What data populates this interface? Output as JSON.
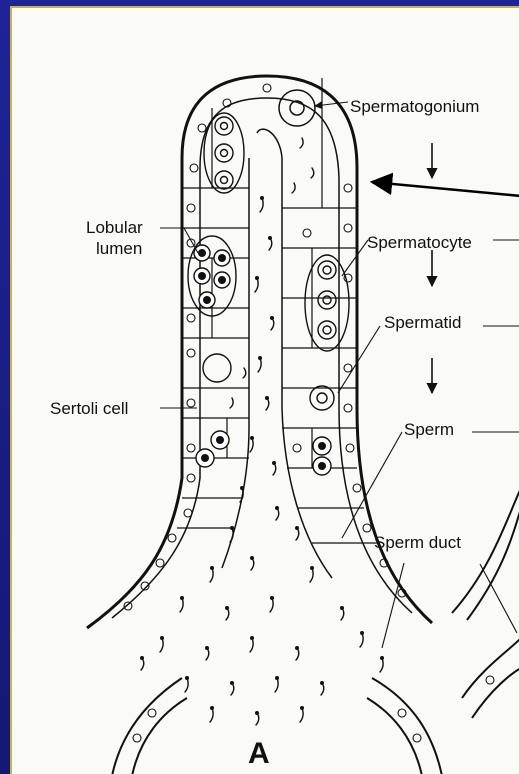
{
  "diagram": {
    "panel_letter": "A",
    "labels": {
      "spermatogonium": "Spermatogonium",
      "spermatocyte": "Spermatocyte",
      "spermatid": "Spermatid",
      "sperm": "Sperm",
      "sperm_duct": "Sperm duct",
      "lobular_lumen_line1": "Lobular",
      "lobular_lumen_line2": "lumen",
      "sertoli_cell": "Sertoli cell"
    },
    "colors": {
      "background": "#1b1f8c",
      "sheet": "#fafaf7",
      "ink": "#111111",
      "arrow": "#000000"
    }
  }
}
